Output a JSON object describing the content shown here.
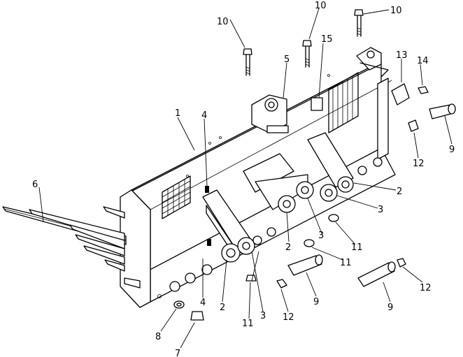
{
  "diagram": {
    "callouts": [
      {
        "id": "c1",
        "label": "1"
      },
      {
        "id": "c2a",
        "label": "2"
      },
      {
        "id": "c2b",
        "label": "2"
      },
      {
        "id": "c2c",
        "label": "2"
      },
      {
        "id": "c3a",
        "label": "3"
      },
      {
        "id": "c3b",
        "label": "3"
      },
      {
        "id": "c3c",
        "label": "3"
      },
      {
        "id": "c4a",
        "label": "4"
      },
      {
        "id": "c4b",
        "label": "4"
      },
      {
        "id": "c5",
        "label": "5"
      },
      {
        "id": "c6",
        "label": "6"
      },
      {
        "id": "c7",
        "label": "7"
      },
      {
        "id": "c8",
        "label": "8"
      },
      {
        "id": "c9a",
        "label": "9"
      },
      {
        "id": "c9b",
        "label": "9"
      },
      {
        "id": "c9c",
        "label": "9"
      },
      {
        "id": "c10a",
        "label": "10"
      },
      {
        "id": "c10b",
        "label": "10"
      },
      {
        "id": "c10c",
        "label": "10"
      },
      {
        "id": "c11a",
        "label": "11"
      },
      {
        "id": "c11b",
        "label": "11"
      },
      {
        "id": "c11c",
        "label": "11"
      },
      {
        "id": "c12a",
        "label": "12"
      },
      {
        "id": "c12b",
        "label": "12"
      },
      {
        "id": "c12c",
        "label": "12"
      },
      {
        "id": "c13",
        "label": "13"
      },
      {
        "id": "c14",
        "label": "14"
      },
      {
        "id": "c15",
        "label": "15"
      }
    ]
  }
}
